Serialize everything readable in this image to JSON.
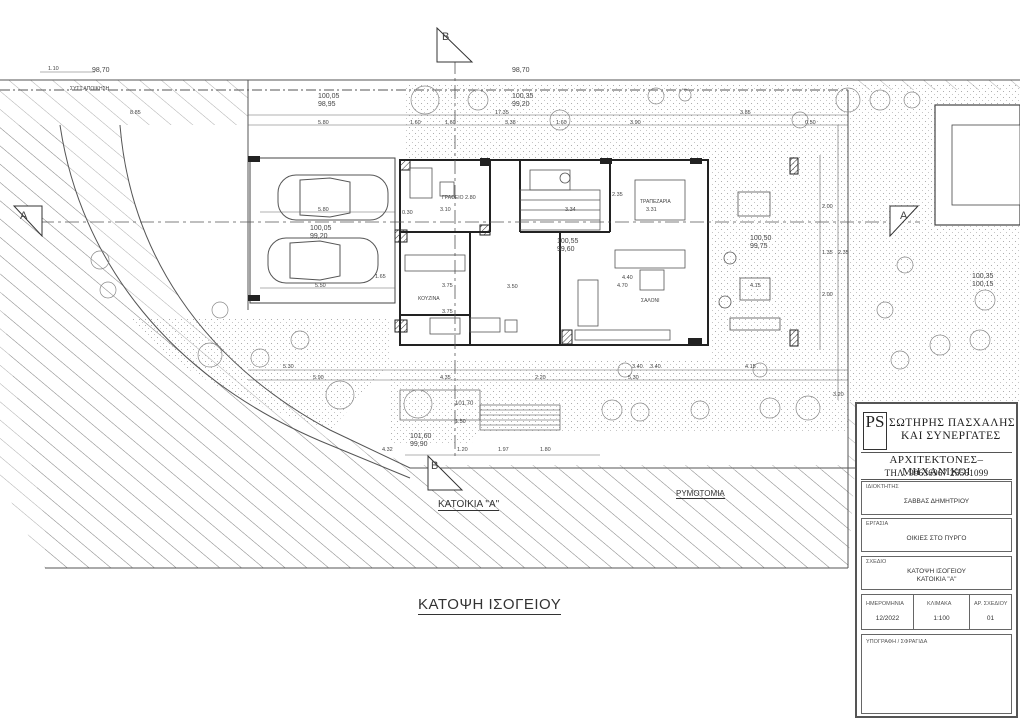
{
  "drawing": {
    "title": "ΚΑΤΟΨΗ ΙΣΟΓΕΙΟΥ",
    "house_label": "ΚΑΤΟΙΚΙΑ \"Α\"",
    "boundary_label": "ΡΥΜΟΤΟΜΙΑ",
    "section_marks": [
      "A",
      "A",
      "B",
      "B"
    ],
    "rooms": [
      "ΓΡΑΦΕΙΟ",
      "ΚΟΥΖΙΝΑ",
      "ΤΡΑΠΕΖΑΡΙΑ",
      "ΣΑΛΟΝΙ"
    ],
    "neighbor_label": "ΣΥΣΤ.ΑΠΟΙΚΗΣΗ",
    "levels": [
      "98,70",
      "98,70",
      "100,05",
      "98,95",
      "100,35",
      "99,20",
      "100,05",
      "99,20",
      "100,55",
      "99,60",
      "100,50",
      "99,75",
      "100,35",
      "100,15",
      "101,60",
      "99,90",
      "101,70"
    ],
    "dimensions": [
      "1.10",
      "8.85",
      "5.80",
      "1.60",
      "17.35",
      "1.60",
      "3.38",
      "1.60",
      "3.90",
      "3.85",
      "0.50",
      "5.80",
      "5.50",
      "3.10",
      "3.75",
      "3.75",
      "4.70",
      "4.15",
      "3.31",
      "3.34",
      "4.40",
      "3.40",
      "3.50",
      "2.35",
      "2.80",
      "1.50",
      "1.65",
      "1.20",
      "1.97",
      "1.80",
      "4.32",
      "2.00",
      "2.00",
      "1.35",
      "2.35",
      "0.30",
      "5.30",
      "4.35",
      "2.20",
      "5.30",
      "5.90",
      "3.40",
      "4.15",
      "3.20"
    ]
  },
  "title_block": {
    "logo": "PS",
    "firm_line1": "ΣΩΤΗΡΗΣ ΠΑΣΧΑΛΗΣ",
    "firm_line2": "ΚΑΙ ΣΥΝΕΡΓΑΤΕΣ",
    "firm_sub": "ΑΡΧΙΤΕΚΤΟΝΕΣ–ΜΗΧΑΝΙΚΟΙ",
    "phone": "ΤΗΛ. 99636967 25561099",
    "owner_caption": "ΙΔΙΟΚΤΗΤΗΣ",
    "owner": "ΣΑΒΒΑΣ ΔΗΜΗΤΡΙΟΥ",
    "project_caption": "ΕΡΓΑΣΙΑ",
    "project": "ΟΙΚΙΕΣ ΣΤΟ ΠΥΡΓΟ",
    "drawing_caption": "ΣΧΕΔΙΟ",
    "drawing_line1": "ΚΑΤΟΨΗ ΙΣΟΓΕΙΟΥ",
    "drawing_line2": "ΚΑΤΟΙΚΙΑ \"Α\"",
    "date_caption": "ΗΜΕΡΟΜΗΝΙΑ",
    "date": "12/2022",
    "scale_caption": "ΚΛΙΜΑΚΑ",
    "scale": "1:100",
    "sheet_caption": "ΑΡ. ΣΧΕΔΙΟΥ",
    "sheet": "01",
    "sign_caption": "ΥΠΟΓΡΑΦΗ / ΣΦΡΑΓΙΔΑ"
  }
}
